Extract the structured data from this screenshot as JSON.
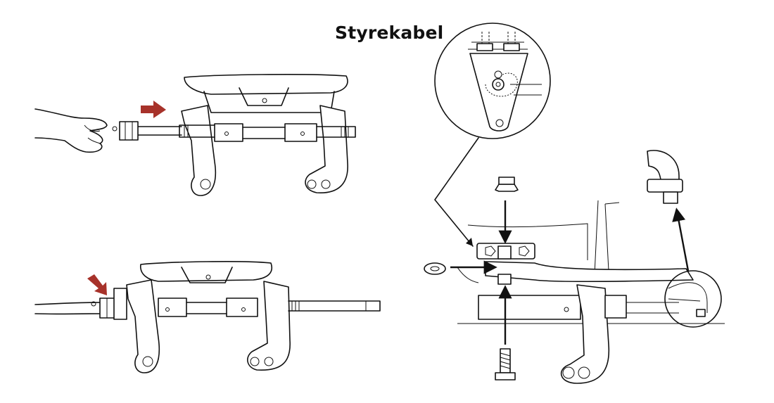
{
  "diagram": {
    "title": "Styrekabel",
    "colors": {
      "accent_arrow": "#a7322a",
      "line": "#111111",
      "background": "#ffffff"
    },
    "panels": [
      "insert-cable-into-tilt-tube",
      "tighten-cable-nut",
      "attach-cable-to-steering-arm"
    ]
  }
}
